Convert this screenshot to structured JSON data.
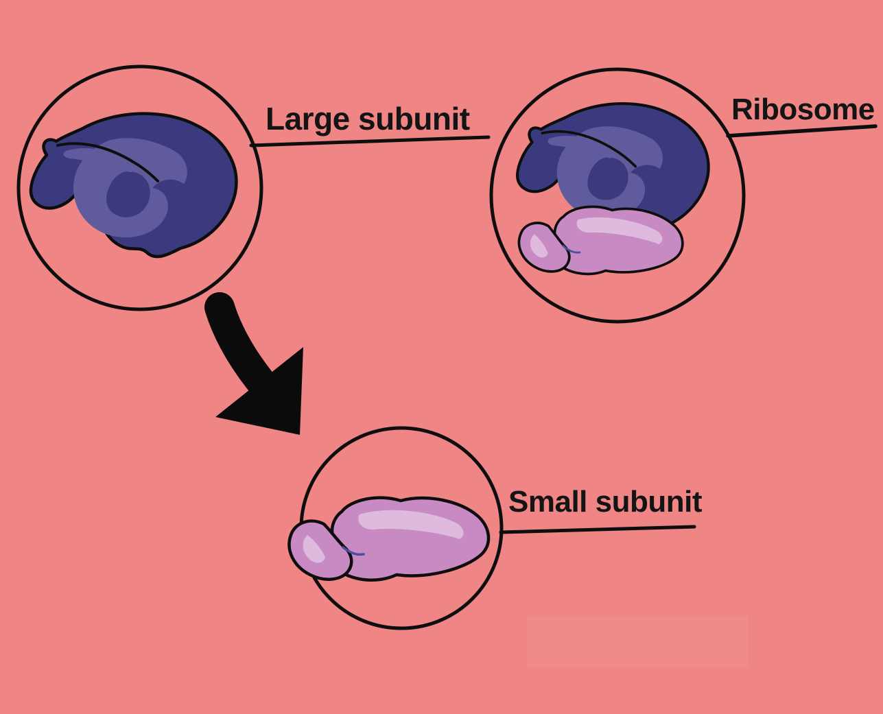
{
  "diagram": {
    "subject": "Ribosome structure",
    "background_color": "#ef8585",
    "ink_color": "#0e0e0e",
    "labels": {
      "large_subunit": "Large subunit",
      "ribosome": "Ribosome",
      "small_subunit": "Small subunit"
    },
    "colors": {
      "large_subunit_body": "#3b3a7e",
      "large_subunit_highlight": "#605b9c",
      "small_subunit_body": "#c78ac2",
      "small_subunit_highlight": "#debade",
      "small_subunit_accent": "#4a4f9e"
    },
    "arrow": {
      "name": "transition-arrow",
      "direction": "down-right"
    }
  }
}
